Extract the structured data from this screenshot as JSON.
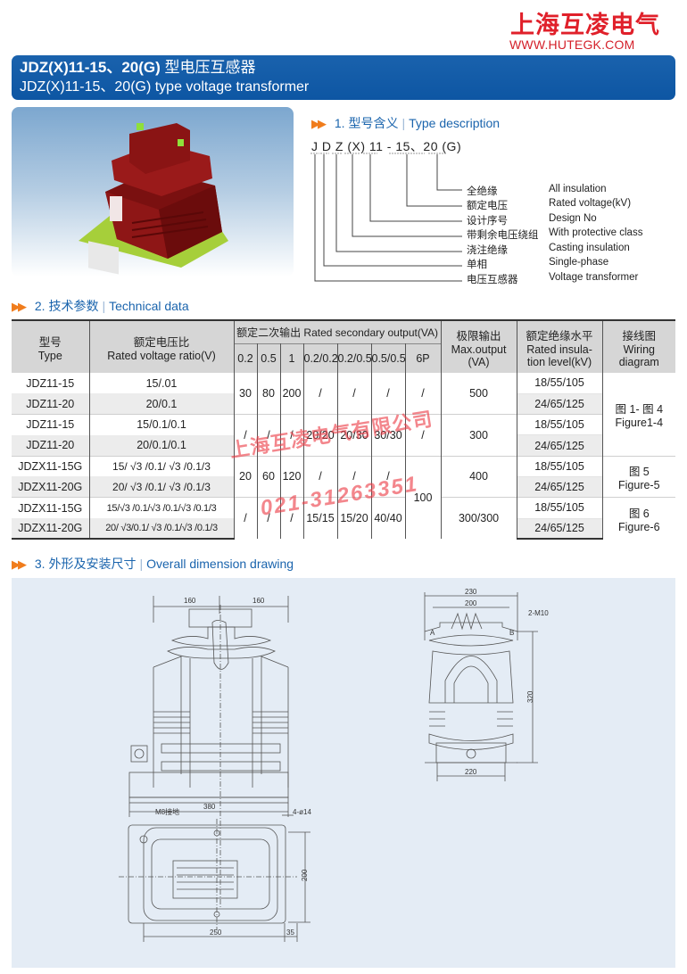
{
  "brand": {
    "name_cn": "上海互凌电气",
    "url": "WWW.HUTEGK.COM"
  },
  "title": {
    "model_bold": "JDZ(X)11-15、20(G)",
    "name_cn": "型电压互感器",
    "name_en": "JDZ(X)11-15、20(G) type voltage transformer"
  },
  "sections": [
    {
      "number": "1.",
      "title_cn": "型号含义",
      "title_en": "Type description"
    },
    {
      "number": "2.",
      "title_cn": "技术参数",
      "title_en": "Technical data"
    },
    {
      "number": "3.",
      "title_cn": "外形及安装尺寸",
      "title_en": "Overall dimension drawing"
    }
  ],
  "type_description": {
    "code": "J D Z (X) 11 - 15、20 (G)",
    "items": [
      {
        "cn": "全绝缘",
        "en": "All insulation"
      },
      {
        "cn": "额定电压",
        "en": "Rated voltage(kV)"
      },
      {
        "cn": "设计序号",
        "en": "Design No"
      },
      {
        "cn": "带剩余电压绕组",
        "en": "With protective class"
      },
      {
        "cn": "浇注绝缘",
        "en": "Casting insulation"
      },
      {
        "cn": "单相",
        "en": "Single-phase"
      },
      {
        "cn": "电压互感器",
        "en": "Voltage transformer"
      }
    ]
  },
  "table": {
    "headers": {
      "type_cn": "型号",
      "type_en": "Type",
      "ratio_cn": "额定电压比",
      "ratio_en": "Rated voltage ratio(V)",
      "output_group": "额定二次输出 Rated secondary output(VA)",
      "output_cols": [
        "0.2",
        "0.5",
        "1",
        "0.2/0.2",
        "0.2/0.5",
        "0.5/0.5",
        "6P"
      ],
      "max_cn": "极限输出",
      "max_en": "Max.output",
      "max_unit": "(VA)",
      "insul_cn": "额定绝缘水平",
      "insul_en1": "Rated insula-",
      "insul_en2": "tion level(kV)",
      "wiring_cn": "接线图",
      "wiring_en1": "Wiring",
      "wiring_en2": "diagram"
    },
    "rows": [
      {
        "type": "JDZ11-15",
        "ratio": "15/.01",
        "insulation": "18/55/105"
      },
      {
        "type": "JDZ11-20",
        "ratio": "20/0.1",
        "insulation": "24/65/125"
      },
      {
        "type": "JDZ11-15",
        "ratio": "15/0.1/0.1",
        "insulation": "18/55/105"
      },
      {
        "type": "JDZ11-20",
        "ratio": "20/0.1/0.1",
        "insulation": "24/65/125"
      },
      {
        "type": "JDZX11-15G",
        "ratio": "15/ √3 /0.1/ √3 /0.1/3",
        "insulation": "18/55/105"
      },
      {
        "type": "JDZX11-20G",
        "ratio": "20/ √3 /0.1/ √3 /0.1/3",
        "insulation": "24/65/125"
      },
      {
        "type": "JDZX11-15G",
        "ratio": "15/√3 /0.1/√3 /0.1/√3 /0.1/3",
        "insulation": "18/55/105"
      },
      {
        "type": "JDZX11-20G",
        "ratio": "20/ √3/0.1/ √3 /0.1/√3 /0.1/3",
        "insulation": "24/65/125"
      }
    ],
    "groups": [
      {
        "outputs": [
          "30",
          "80",
          "200",
          "/",
          "/",
          "/",
          "/"
        ],
        "max": "500"
      },
      {
        "outputs": [
          "/",
          "/",
          "/",
          "20/20",
          "20/30",
          "30/30",
          "/"
        ],
        "max": "300"
      },
      {
        "outputs": [
          "20",
          "60",
          "120",
          "/",
          "/",
          "/"
        ],
        "max": "400"
      },
      {
        "outputs": [
          "/",
          "/",
          "/",
          "15/15",
          "15/20",
          "40/40"
        ],
        "max": "300/300"
      }
    ],
    "shared_6p": "100",
    "wiring": [
      {
        "cn": "图 1- 图 4",
        "en": "Figure1-4"
      },
      {
        "cn": "图 5",
        "en": "Figure-5"
      },
      {
        "cn": "图 6",
        "en": "Figure-6"
      }
    ]
  },
  "watermark": {
    "company": "上海互凌电气有限公司",
    "phone": "021-31263351"
  },
  "drawing": {
    "front": {
      "dim_left": "160",
      "dim_right": "160",
      "dim_base": "380"
    },
    "side": {
      "dim_top": "230",
      "dim_inner": "200",
      "bolt": "2-M10",
      "height": "320",
      "base": "220",
      "term_a": "A",
      "term_b": "B"
    },
    "plan": {
      "ground": "M8接地",
      "holes": "4-ø14",
      "width": "250",
      "edge": "35",
      "depth": "200"
    }
  }
}
